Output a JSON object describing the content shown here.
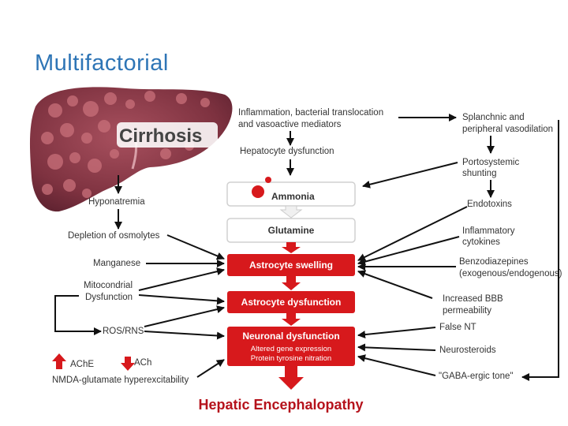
{
  "slide_title": "Multifactorial",
  "liver_label": "Cirrhosis",
  "center_boxes": {
    "ammonia": "Ammonia",
    "glutamine": "Glutamine",
    "astrocyte_swelling": "Astrocyte swelling",
    "astrocyte_dysfunction": "Astrocyte dysfunction",
    "neuronal_dysfunction": "Neuronal dysfunction",
    "neuronal_sub1": "Altered gene expression",
    "neuronal_sub2": "Protein tyrosine nitration"
  },
  "top_center": {
    "inflammation_l1": "Inflammation, bacterial translocation",
    "inflammation_l2": "and vasoactive mediators",
    "hepatocyte": "Hepatocyte dysfunction"
  },
  "left_factors": {
    "hyponatremia": "Hyponatremia",
    "osmolytes": "Depletion of osmolytes",
    "manganese": "Manganese",
    "mito_l1": "Mitocondrial",
    "mito_l2": "Dysfunction",
    "ros": "ROS/RNS",
    "ache": "AChE",
    "ach": "ACh",
    "nmda": "NMDA-glutamate hyperexcitability"
  },
  "right_factors": {
    "splanchnic_l1": "Splanchnic and",
    "splanchnic_l2": "peripheral vasodilation",
    "porto_l1": "Portosystemic",
    "porto_l2": "shunting",
    "endotoxins": "Endotoxins",
    "inflam_l1": "Inflammatory",
    "inflam_l2": "cytokines",
    "benzo_l1": "Benzodiazepines",
    "benzo_l2": "(exogenous/endogenous)",
    "bbb_l1": "Increased BBB",
    "bbb_l2": "permeability",
    "false_nt": "False NT",
    "neurosteroids": "Neurosteroids",
    "gaba": "\"GABA-ergic tone\""
  },
  "outcome": "Hepatic Encephalopathy",
  "colors": {
    "title": "#2e75b6",
    "red": "#d7191c",
    "dark_red": "#b5121b",
    "text": "#333333",
    "liver": "#8a3d4a"
  }
}
